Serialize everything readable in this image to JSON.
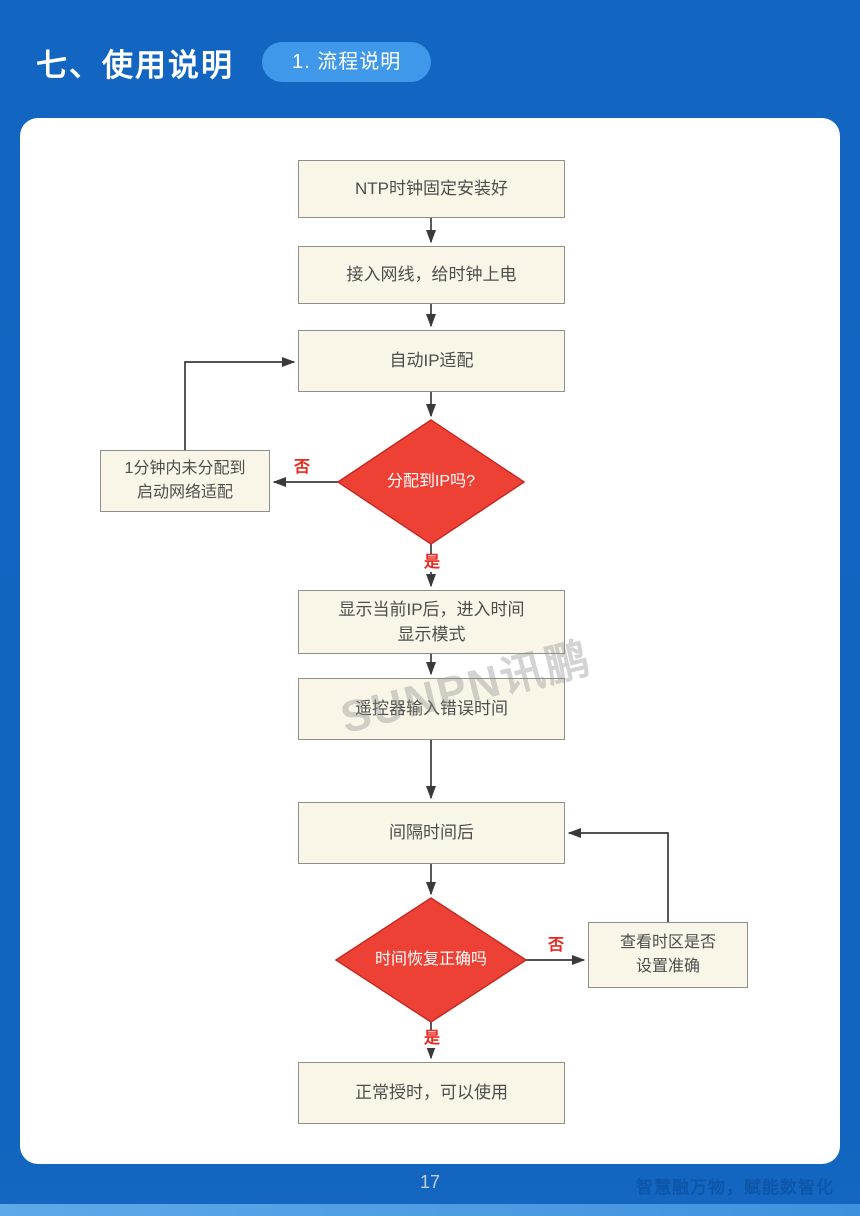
{
  "page": {
    "title": "七、使用说明",
    "badge": "1. 流程说明",
    "page_number": "17",
    "footer_slogan": "智慧融万物，赋能数智化",
    "watermark": "SUNPN讯鹏"
  },
  "colors": {
    "page_bg": "#1164bd",
    "badge_bg": "#3f98e9",
    "card_bg": "#ffffff",
    "box_bg": "#faf6e7",
    "box_border": "#8f8f8f",
    "diamond_fill": "#ee4136",
    "diamond_border": "#c62b22",
    "arrow": "#3a3a3a",
    "branch_label_red": "#e8281e"
  },
  "flow": {
    "nodes": {
      "n1": "NTP时钟固定安装好",
      "n2": "接入网线，给时钟上电",
      "n3": "自动IP适配",
      "d1": "分配到IP吗?",
      "side_left_line1": "1分钟内未分配到",
      "side_left_line2": "启动网络适配",
      "n4_line1": "显示当前IP后，进入时间",
      "n4_line2": "显示模式",
      "n5": "遥控器输入错误时间",
      "n6": "间隔时间后",
      "d2": "时间恢复正确吗",
      "side_right_line1": "查看时区是否",
      "side_right_line2": "设置准确",
      "n7": "正常授时，可以使用"
    },
    "labels": {
      "no1": "否",
      "yes1": "是",
      "no2": "否",
      "yes2": "是"
    }
  }
}
